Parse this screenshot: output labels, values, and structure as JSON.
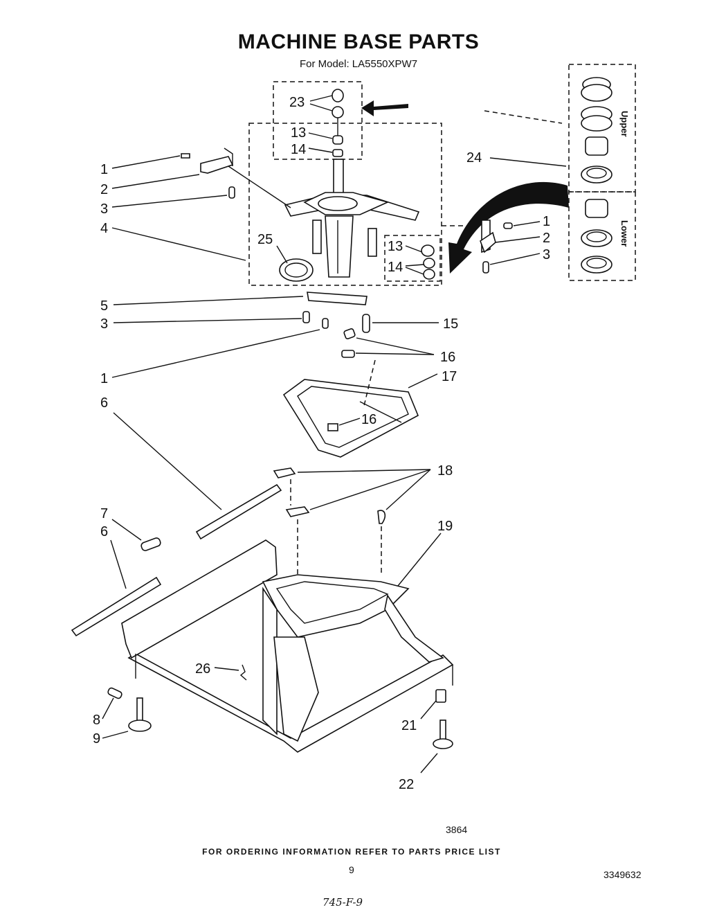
{
  "title": "MACHINE BASE PARTS",
  "subtitle": "For Model: LA5550XPW7",
  "callouts": {
    "n1": "1",
    "n2": "2",
    "n3": "3",
    "n4": "4",
    "n5": "5",
    "n6": "6",
    "n7": "7",
    "n8": "8",
    "n9": "9",
    "n13": "13",
    "n14": "14",
    "n15": "15",
    "n16": "16",
    "n17": "17",
    "n18": "18",
    "n19": "19",
    "n21": "21",
    "n22": "22",
    "n23": "23",
    "n24": "24",
    "n25": "25",
    "n26": "26"
  },
  "inset": {
    "upper_label": "Upper",
    "lower_label": "Lower"
  },
  "diagram_code": "3864",
  "footer_note": "FOR ORDERING INFORMATION REFER TO PARTS PRICE LIST",
  "page_number": "9",
  "document_number": "3349632",
  "handwritten_note": "745-F-9"
}
